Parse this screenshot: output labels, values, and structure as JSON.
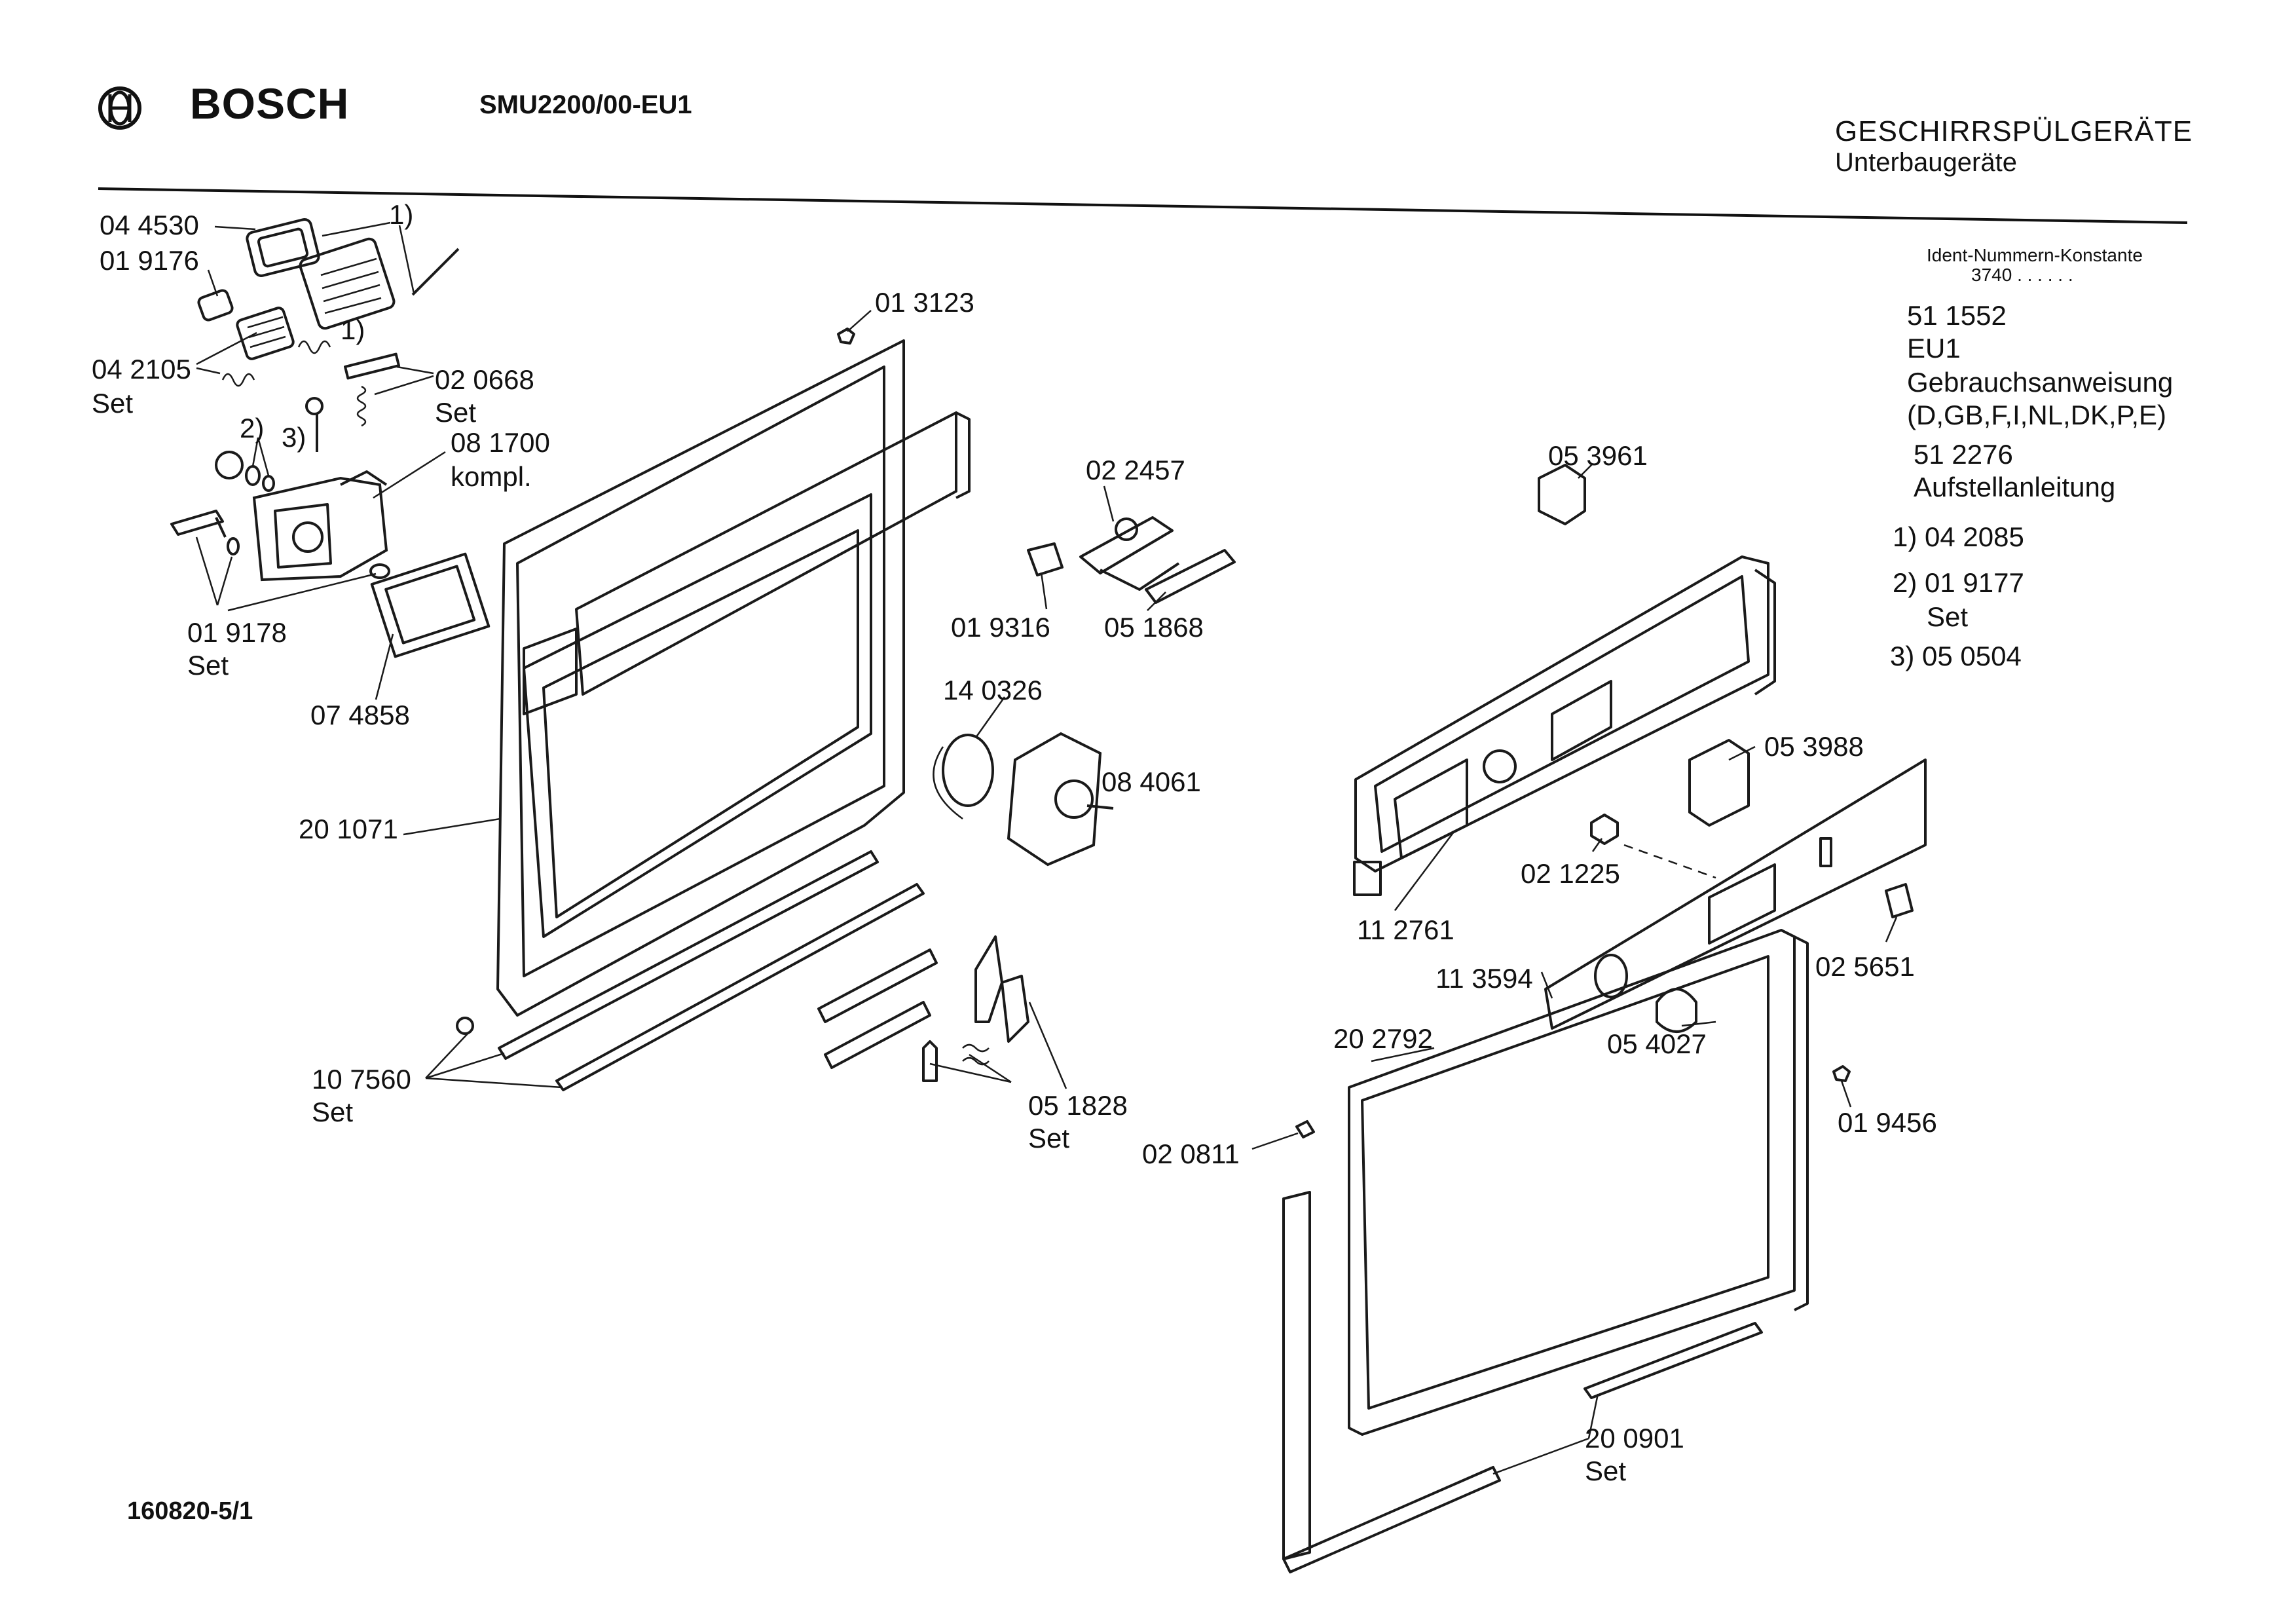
{
  "header": {
    "brand": "BOSCH",
    "model": "SMU2200/00-EU1",
    "category": "GESCHIRRSPÜLGERÄTE",
    "subcategory": "Unterbaugeräte"
  },
  "info": {
    "ident_label": "Ident-Nummern-Konstante",
    "ident_value": "3740 . .  . . . .",
    "lines": [
      "51 1552",
      "EU1",
      "Gebrauchsanweisung",
      "(D,GB,F,I,NL,DK,P,E)",
      "51 2276",
      "Aufstellanleitung",
      "1) 04 2085",
      "2) 01 9177",
      "Set",
      "3) 05 0504"
    ]
  },
  "callouts": {
    "p044530": "04 4530",
    "p019176": "01 9176",
    "p042105": "04 2105",
    "p042105_set": "Set",
    "ref1_a": "1)",
    "ref1_b": "1)",
    "ref2": "2)",
    "ref3": "3)",
    "p020668": "02 0668",
    "p020668_set": "Set",
    "p081700": "08 1700",
    "p081700_kompl": "kompl.",
    "p019178": "01 9178",
    "p019178_set": "Set",
    "p074858": "07 4858",
    "p201071": "20 1071",
    "p013123": "01 3123",
    "p022457": "02 2457",
    "p019316": "01 9316",
    "p051868": "05 1868",
    "p140326": "14 0326",
    "p084061": "08 4061",
    "p107560": "10 7560",
    "p107560_set": "Set",
    "p051828": "05 1828",
    "p051828_set": "Set",
    "p053961": "05 3961",
    "p053988": "05 3988",
    "p021225": "02 1225",
    "p112761": "11 2761",
    "p113594": "11 3594",
    "p025651": "02 5651",
    "p202792": "20 2792",
    "p054027": "05 4027",
    "p020811": "02 0811",
    "p019456": "01 9456",
    "p200901": "20 0901",
    "p200901_set": "Set"
  },
  "footer": {
    "docnum": "160820-5/1"
  }
}
